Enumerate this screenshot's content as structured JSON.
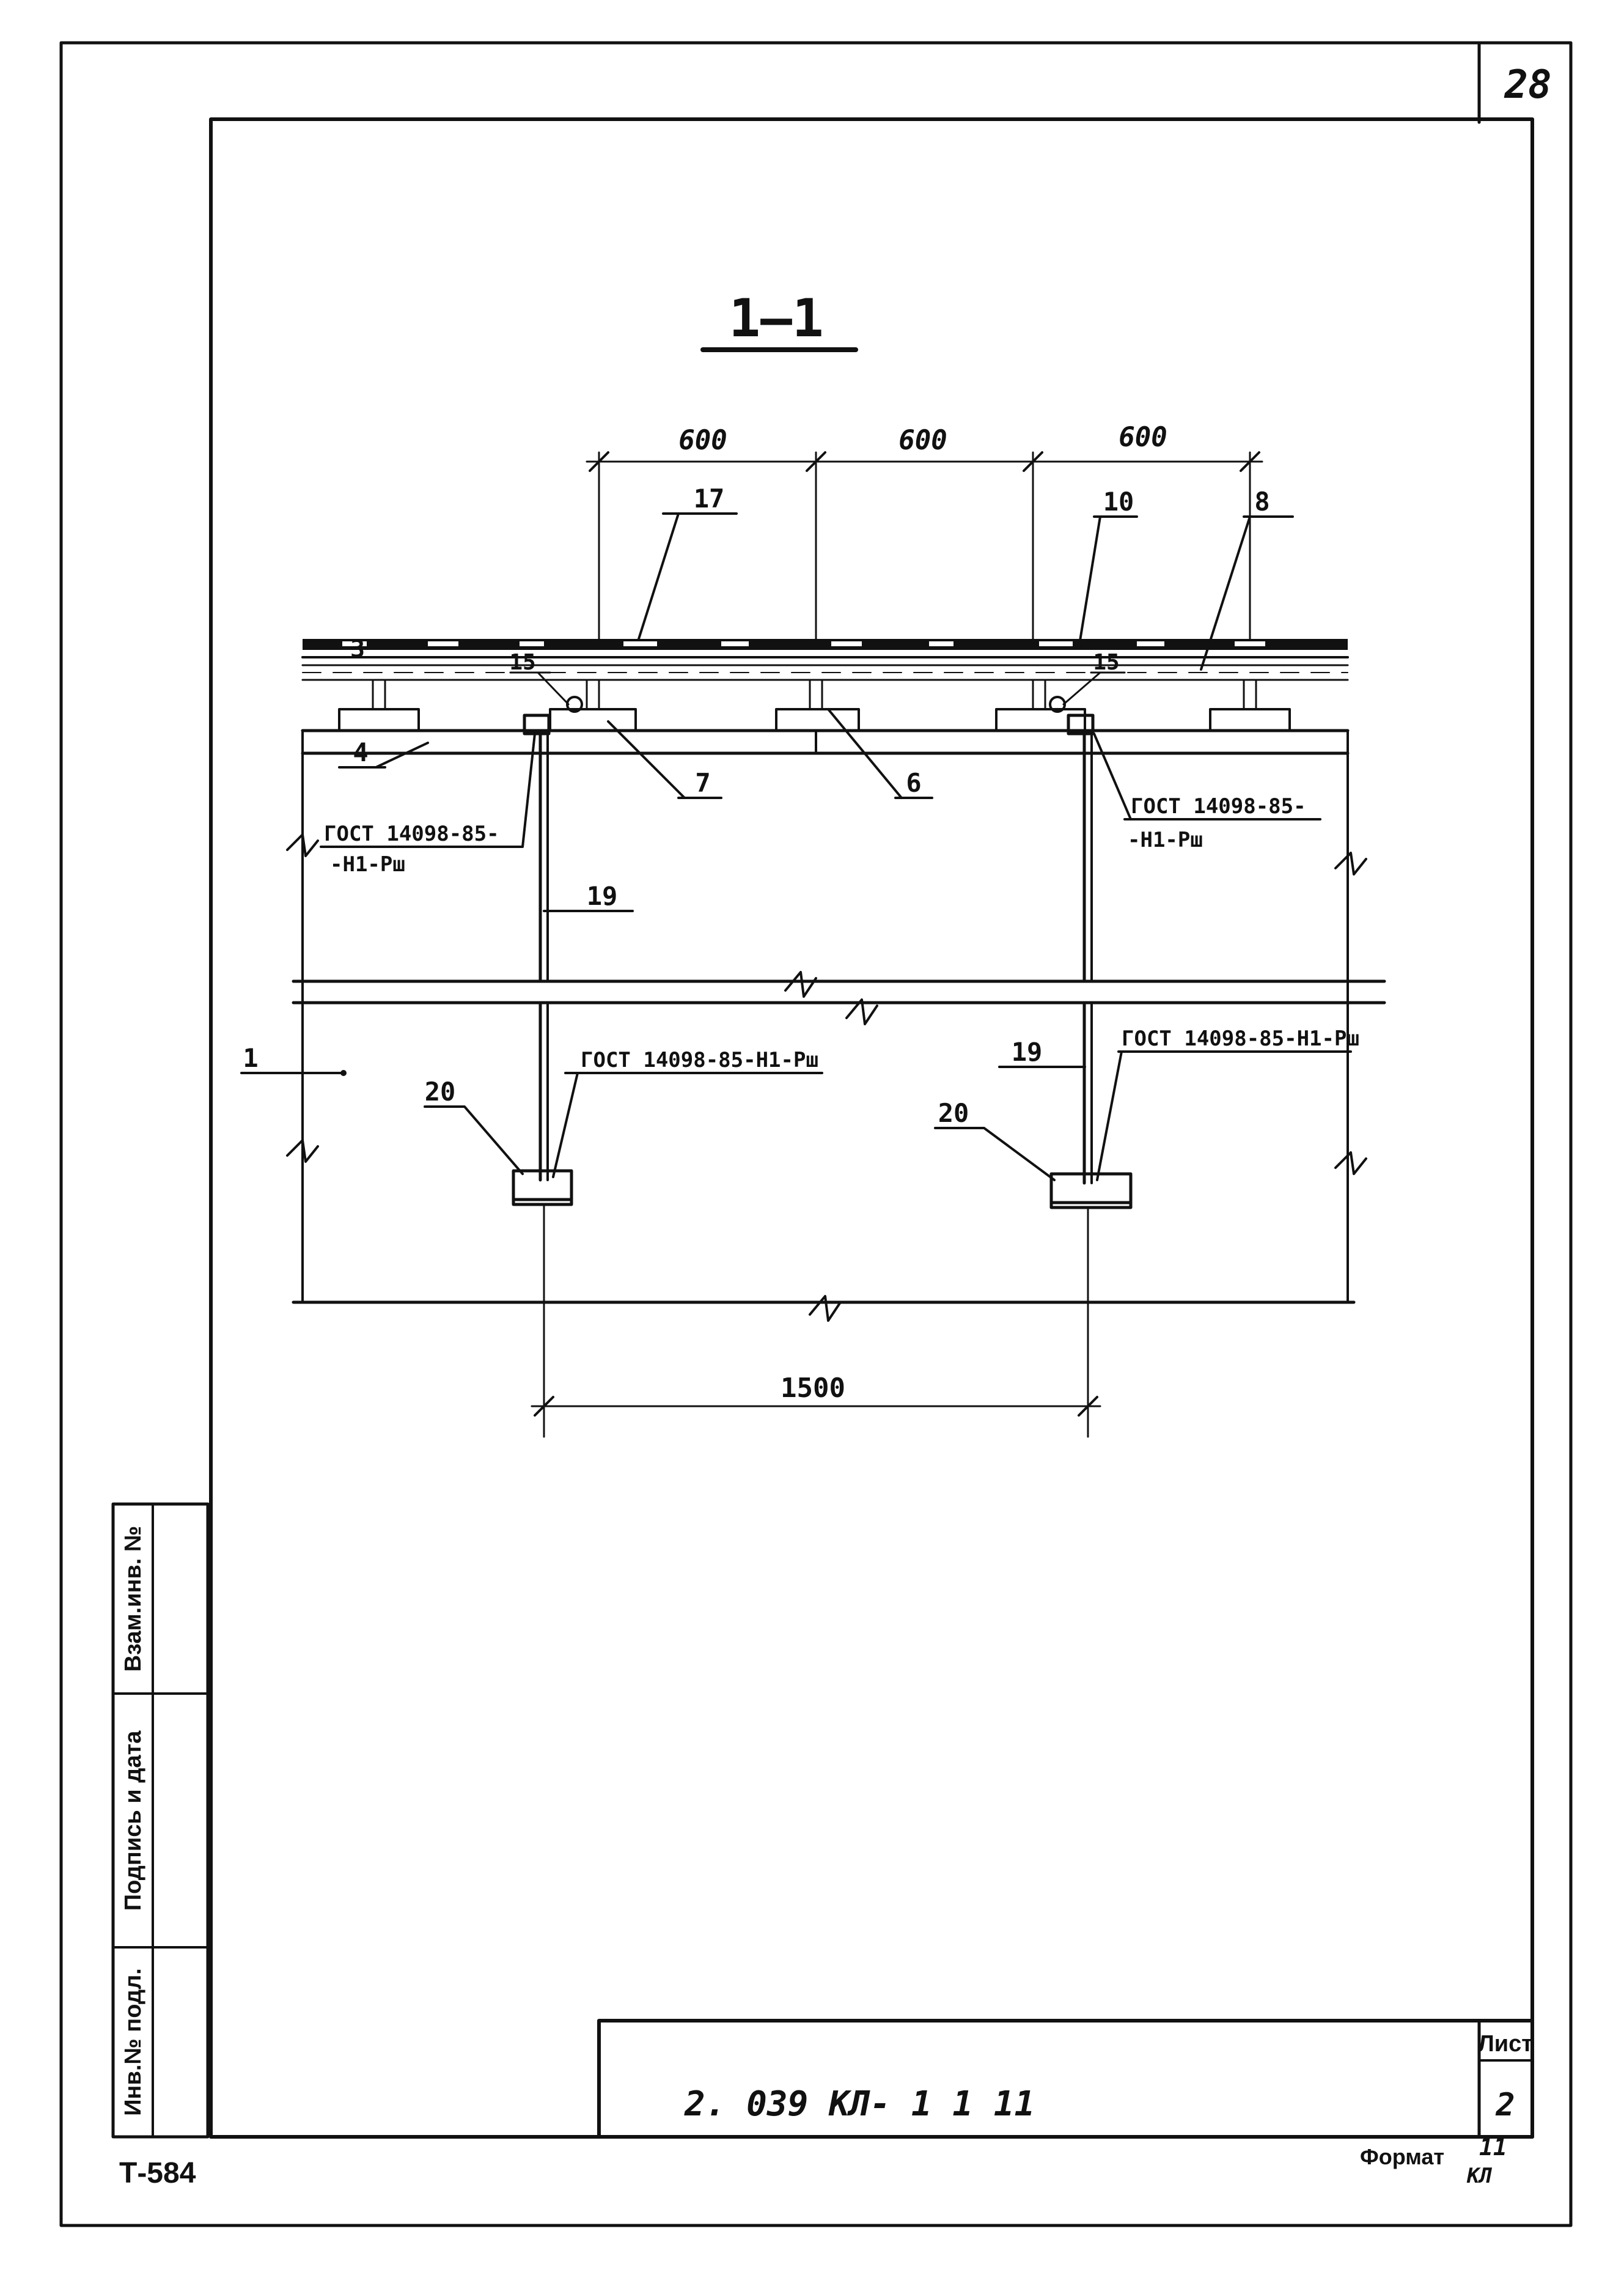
{
  "sheet_number": "28",
  "section_title": "1—1",
  "dimensions": {
    "span_1": "600",
    "span_2": "600",
    "span_3": "600",
    "span_bottom": "1500"
  },
  "callouts": {
    "c1": "1",
    "c3": "3",
    "c4": "4",
    "c6": "6",
    "c7": "7",
    "c8": "8",
    "c10": "10",
    "c15_left": "15",
    "c15_right": "15",
    "c17": "17",
    "c19_left": "19",
    "c19_right": "19",
    "c20_left": "20",
    "c20_right": "20"
  },
  "gost_notes": {
    "left_top_line1": "ГОСТ 14098-85-",
    "left_top_line2": "-Н1-Рш",
    "right_top_line1": "ГОСТ 14098-85-",
    "right_top_line2": "-Н1-Рш",
    "left_bottom": "ГОСТ 14098-85-Н1-Рш",
    "right_bottom": "ГОСТ 14098-85-Н1-Рш"
  },
  "side_stamp": {
    "field_1": "Взам.инв. №",
    "field_2": "Подпись и дата",
    "field_3": "Инв.№ подл."
  },
  "title_block": {
    "designation": "2. 039   КЛ- 1    1       11",
    "sheet_label": "Лист",
    "sheet_value": "2"
  },
  "footer": {
    "code": "Т-584",
    "format_label": "Формат",
    "format_value": "11",
    "format_note": "КЛ"
  }
}
